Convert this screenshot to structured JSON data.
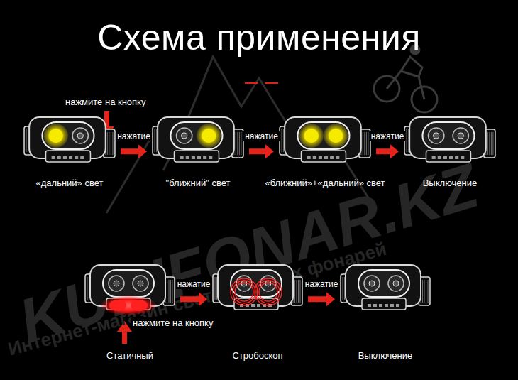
{
  "diagram": {
    "title": "Схема применения",
    "nodes": [
      {
        "text": [
          "«дальний» свет"
        ]
      },
      {
        "text": [
          "\"ближний\" свет"
        ]
      },
      {
        "text": [
          "«ближний»+«дальний» свет"
        ]
      },
      {
        "text": [
          "Выключение"
        ]
      },
      {
        "text": [
          "Статичный"
        ]
      },
      {
        "text": [
          "Стробоскоп"
        ]
      },
      {
        "text": [
          "Выключение"
        ]
      }
    ],
    "edges": [
      {
        "from": 0,
        "to": 1,
        "arrow": "to",
        "label": "нажатие"
      },
      {
        "from": 1,
        "to": 2,
        "arrow": "to",
        "label": "нажатие"
      },
      {
        "from": 2,
        "to": 3,
        "arrow": "to",
        "label": "нажатие"
      },
      {
        "from": 4,
        "to": 5,
        "arrow": "to",
        "label": "нажатие"
      },
      {
        "from": 5,
        "to": 6,
        "arrow": "to",
        "label": "нажатие"
      }
    ],
    "labels": [
      "нажмите на кнопку",
      "нажмите на кнопку",
      "KUDIFONAR.KZ",
      "Интернет-магазин светодиодных фонарей"
    ]
  }
}
